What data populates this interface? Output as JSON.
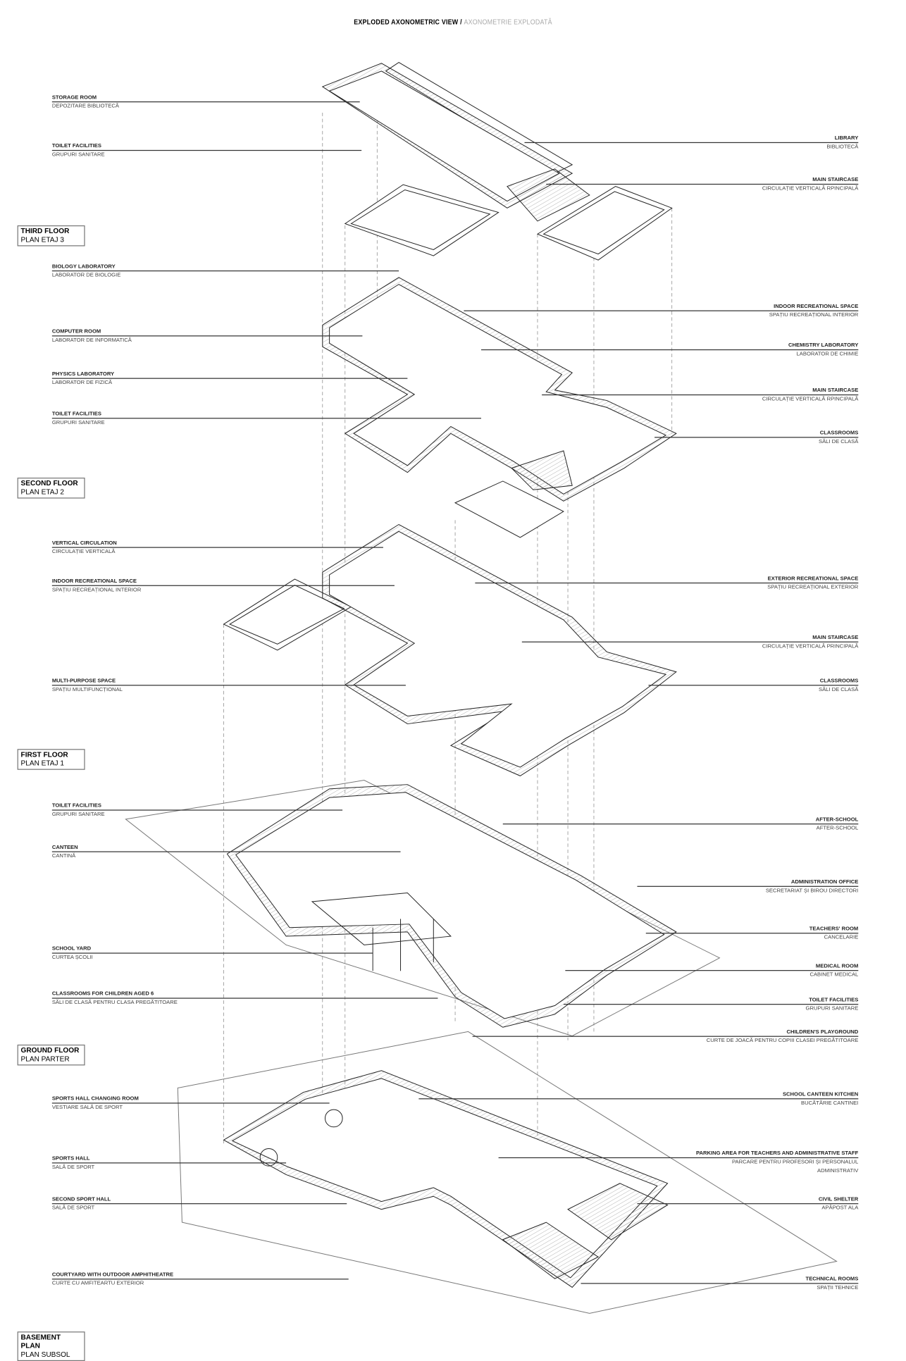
{
  "title": {
    "en": "EXPLODED AXONOMETRIC VIEW /",
    "ro": "AXONOMETRIE EXPLODATĂ"
  },
  "floors": [
    {
      "name": "THIRD FLOOR",
      "plan": "PLAN ETAJ 3",
      "left": [
        {
          "en": "STORAGE ROOM",
          "ro": "DEPOZITARE BIBLIOTECĂ"
        },
        {
          "en": "TOILET FACILITIES",
          "ro": "GRUPURI SANITARE"
        }
      ],
      "right": [
        {
          "en": "LIBRARY",
          "ro": "BIBLIOTECĂ"
        },
        {
          "en": "MAIN STAIRCASE",
          "ro": "CIRCULAȚIE VERTICALĂ RPINCIPALĂ"
        }
      ]
    },
    {
      "name": "SECOND FLOOR",
      "plan": "PLAN ETAJ 2",
      "left": [
        {
          "en": "BIOLOGY LABORATORY",
          "ro": "LABORATOR DE BIOLOGIE"
        },
        {
          "en": "COMPUTER ROOM",
          "ro": "LABORATOR DE INFORMATICĂ"
        },
        {
          "en": "PHYSICS LABORATORY",
          "ro": "LABORATOR DE FIZICĂ"
        },
        {
          "en": "TOILET FACILITIES",
          "ro": "GRUPURI SANITARE"
        }
      ],
      "right": [
        {
          "en": "INDOOR RECREATIONAL SPACE",
          "ro": "SPAȚIU RECREAȚIONAL INTERIOR"
        },
        {
          "en": "CHEMISTRY LABORATORY",
          "ro": "LABORATOR DE CHIMIE"
        },
        {
          "en": "MAIN STAIRCASE",
          "ro": "CIRCULAȚIE VERTICALĂ RPINCIPALĂ"
        },
        {
          "en": "CLASSROOMS",
          "ro": "SĂLI DE CLASĂ"
        }
      ]
    },
    {
      "name": "FIRST FLOOR",
      "plan": "PLAN ETAJ 1",
      "left": [
        {
          "en": "VERTICAL CIRCULATION",
          "ro": "CIRCULAȚIE VERTICALĂ"
        },
        {
          "en": "INDOOR RECREATIONAL SPACE",
          "ro": "SPAȚIU RECREAȚIONAL INTERIOR"
        },
        {
          "en": "MULTI-PURPOSE SPACE",
          "ro": "SPAȚIU MULTIFUNCȚIONAL"
        }
      ],
      "right": [
        {
          "en": "EXTERIOR RECREATIONAL SPACE",
          "ro": "SPAȚIU RECREAȚIONAL EXTERIOR"
        },
        {
          "en": "MAIN STAIRCASE",
          "ro": "CIRCULAȚIE VERTICALĂ PRINCIPALĂ"
        },
        {
          "en": "CLASSROOMS",
          "ro": "SĂLI DE CLASĂ"
        }
      ]
    },
    {
      "name": "GROUND FLOOR",
      "plan": "PLAN PARTER",
      "left": [
        {
          "en": "TOILET FACILITIES",
          "ro": "GRUPURI SANITARE"
        },
        {
          "en": "CANTEEN",
          "ro": "CANTINĂ"
        },
        {
          "en": "SCHOOL YARD",
          "ro": "CURTEA ȘCOLII"
        },
        {
          "en": "CLASSROOMS FOR CHILDREN AGED 6",
          "ro": "SĂLI DE CLASĂ PENTRU CLASA PREGĂTITOARE"
        }
      ],
      "right": [
        {
          "en": "AFTER-SCHOOL",
          "ro": "AFTER-SCHOOL"
        },
        {
          "en": "ADMINISTRATION OFFICE",
          "ro": "SECRETARIAT ȘI BIROU DIRECTORI"
        },
        {
          "en": "TEACHERS' ROOM",
          "ro": "CANCELARIE"
        },
        {
          "en": "MEDICAL ROOM",
          "ro": "CABINET MEDICAL"
        },
        {
          "en": "TOILET FACILITIES",
          "ro": "GRUPURI SANITARE"
        },
        {
          "en": "CHILDREN'S PLAYGROUND",
          "ro": "CURTE DE JOACĂ PENTRU COPIII CLASEI PREGĂTITOARE"
        }
      ]
    },
    {
      "name": "BASEMENT PLAN",
      "plan": "PLAN SUBSOL",
      "left": [
        {
          "en": "SPORTS HALL CHANGING ROOM",
          "ro": "VESTIARE SALĂ DE SPORT"
        },
        {
          "en": "SPORTS HALL",
          "ro": "SALĂ DE SPORT"
        },
        {
          "en": "SECOND SPORT HALL",
          "ro": "SALĂ DE SPORT"
        },
        {
          "en": "COURTYARD WITH OUTDOOR AMPHITHEATRE",
          "ro": "CURTE CU AMFITEARTU EXTERIOR"
        }
      ],
      "right": [
        {
          "en": "SCHOOL CANTEEN KITCHEN",
          "ro": "BUCĂTĂRIE CANTINEI"
        },
        {
          "en": "PARKING AREA FOR TEACHERS AND ADMINISTRATIVE STAFF",
          "ro": "PARCARE PENTRU PROFESORI ȘI PERSONALUL ADMINISTRATIV"
        },
        {
          "en": "CIVIL SHELTER",
          "ro": "APĂPOST ALA"
        },
        {
          "en": "TECHNICAL ROOMS",
          "ro": "SPAȚII TEHNICE"
        }
      ]
    }
  ]
}
